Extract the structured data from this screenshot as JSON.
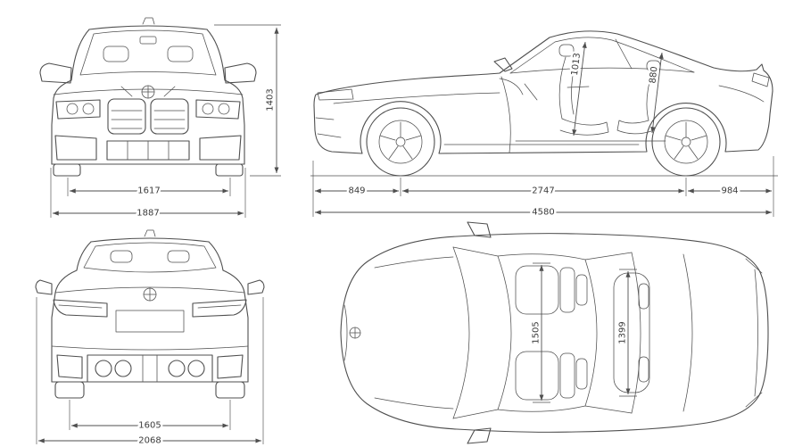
{
  "views": {
    "front": {
      "height": "1403",
      "track_width": "1617",
      "overall_width": "1887"
    },
    "side": {
      "front_interior_height": "1013",
      "rear_interior_height": "880",
      "front_overhang": "849",
      "wheelbase": "2747",
      "rear_overhang": "984",
      "overall_length": "4580"
    },
    "rear": {
      "track_width": "1605",
      "width_incl_mirrors": "2068"
    },
    "top": {
      "front_interior_width": "1505",
      "rear_interior_width": "1399"
    }
  },
  "colors": {
    "line": "#4f4f4f",
    "text": "#3b3b3b",
    "background": "#ffffff"
  }
}
